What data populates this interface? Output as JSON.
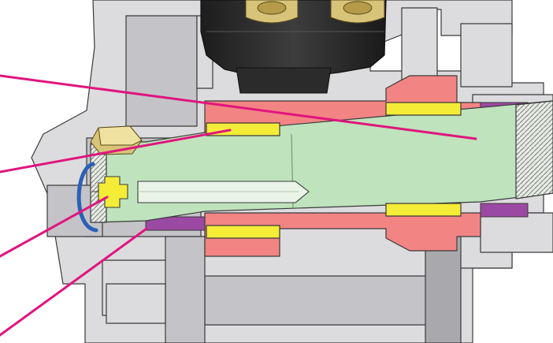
{
  "figure": {
    "kind": "cutaway-assembly-drawing",
    "background": "#ffffff",
    "colors": {
      "housing": "#dcdcde",
      "housing_dark": "#c4c4c8",
      "housing_shadow": "#a9a9ad",
      "outline": "#3a3a3a",
      "bushing": "#f28484",
      "shaft": "#bfe3bc",
      "bearing": "#f5ec38",
      "seal": "#9b4aa3",
      "bore": "#e9f4e7",
      "rubber_mount": "#2b2b2b",
      "nut_top": "#efe2a0",
      "nut_side": "#d8c479",
      "oring": "#2b5fb8",
      "leader": "#e0157e"
    },
    "parts": [
      {
        "name": "housing"
      },
      {
        "name": "rubber-mount"
      },
      {
        "name": "mount-nut-left"
      },
      {
        "name": "mount-nut-right"
      },
      {
        "name": "bushing"
      },
      {
        "name": "shaft"
      },
      {
        "name": "center-bore"
      },
      {
        "name": "bearing-sleeve"
      },
      {
        "name": "seal"
      },
      {
        "name": "end-nut"
      },
      {
        "name": "grease-fitting"
      },
      {
        "name": "o-ring"
      }
    ],
    "callouts": [
      {
        "points_to": "shaft",
        "label": ""
      },
      {
        "points_to": "bearing-sleeve",
        "label": ""
      },
      {
        "points_to": "grease-fitting",
        "label": ""
      },
      {
        "points_to": "seal",
        "label": ""
      }
    ]
  }
}
